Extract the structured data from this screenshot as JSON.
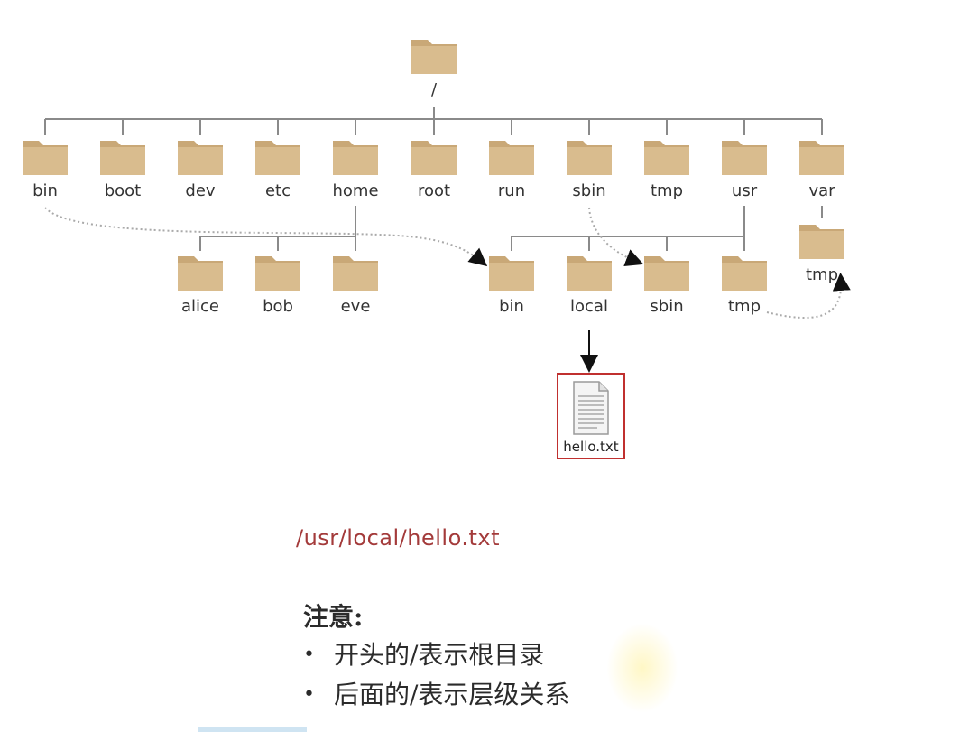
{
  "tree": {
    "root": {
      "label": "/",
      "icon": "folder-icon"
    },
    "level1": [
      {
        "id": "bin",
        "label": "bin"
      },
      {
        "id": "boot",
        "label": "boot"
      },
      {
        "id": "dev",
        "label": "dev"
      },
      {
        "id": "etc",
        "label": "etc"
      },
      {
        "id": "home",
        "label": "home"
      },
      {
        "id": "root",
        "label": "root"
      },
      {
        "id": "run",
        "label": "run"
      },
      {
        "id": "sbin",
        "label": "sbin"
      },
      {
        "id": "tmp",
        "label": "tmp"
      },
      {
        "id": "usr",
        "label": "usr"
      },
      {
        "id": "var",
        "label": "var"
      }
    ],
    "home_children": [
      {
        "id": "alice",
        "label": "alice"
      },
      {
        "id": "bob",
        "label": "bob"
      },
      {
        "id": "eve",
        "label": "eve"
      }
    ],
    "usr_children": [
      {
        "id": "usr-bin",
        "label": "bin"
      },
      {
        "id": "usr-local",
        "label": "local"
      },
      {
        "id": "usr-sbin",
        "label": "sbin"
      },
      {
        "id": "usr-tmp",
        "label": "tmp"
      }
    ],
    "var_children": [
      {
        "id": "var-tmp",
        "label": "tmp"
      }
    ],
    "file": {
      "label": "hello.txt",
      "icon": "document-icon"
    }
  },
  "path": "/usr/local/hello.txt",
  "note": {
    "title": "注意:",
    "items": [
      "开头的/表示根目录",
      "后面的/表示层级关系"
    ]
  },
  "colors": {
    "folder": "#d9bc8e",
    "folder_dark": "#c9a877",
    "line": "#8a8a8a",
    "highlight": "#c0302f",
    "path_text": "#a33a3a"
  }
}
